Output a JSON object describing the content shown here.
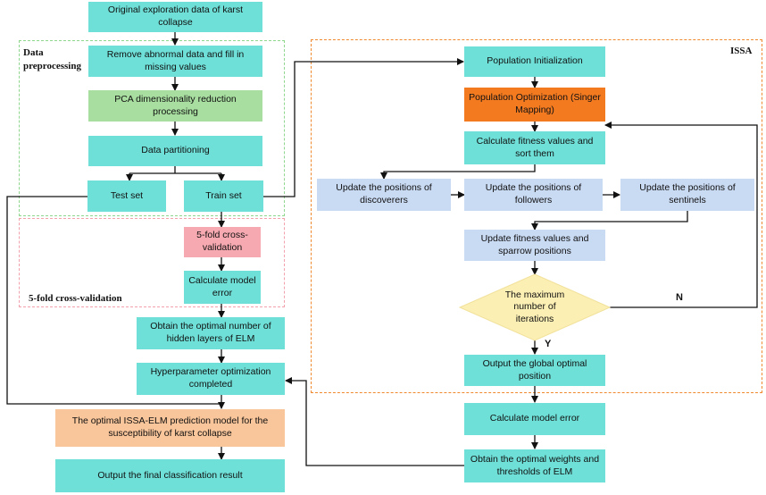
{
  "regions": {
    "data_preprocessing": "Data\npreprocessing",
    "cross_validation": "5-fold cross-validation",
    "issa": "ISSA"
  },
  "nodes": {
    "original_data": "Original exploration data of karst collapse",
    "remove_abnormal": "Remove abnormal data and fill in missing values",
    "pca": "PCA dimensionality reduction processing",
    "data_partitioning": "Data partitioning",
    "test_set": "Test set",
    "train_set": "Train set",
    "five_fold": "5-fold cross-validation",
    "calc_model_error_left": "Calculate model error",
    "optimal_hidden_layers": "Obtain the optimal number of hidden layers of ELM",
    "hyperparam_done": "Hyperparameter optimization completed",
    "optimal_model": "The optimal ISSA-ELM prediction model for the susceptibility of karst collapse",
    "final_result": "Output the final classification result",
    "population_init": "Population Initialization",
    "population_opt": "Population Optimization (Singer Mapping)",
    "calc_fitness": "Calculate fitness values and sort them",
    "update_discoverers": "Update the positions of discoverers",
    "update_followers": "Update the positions of followers",
    "update_sentinels": "Update the positions of sentinels",
    "update_fitness_sparrow": "Update fitness values and sparrow positions",
    "max_iterations": "The maximum number of iterations",
    "output_global": "Output the global optimal position",
    "calc_model_error_right": "Calculate model error",
    "optimal_weights": "Obtain the optimal weights and thresholds of ELM"
  },
  "edge_labels": {
    "no": "N",
    "yes": "Y"
  },
  "colors": {
    "process": "#6ee0d8",
    "pca": "#a8dfa0",
    "cross_validation": "#f6a9b0",
    "result_model": "#f9c59a",
    "singer": "#f47a20",
    "update": "#c9daf3",
    "decision": "#fcefb4"
  }
}
